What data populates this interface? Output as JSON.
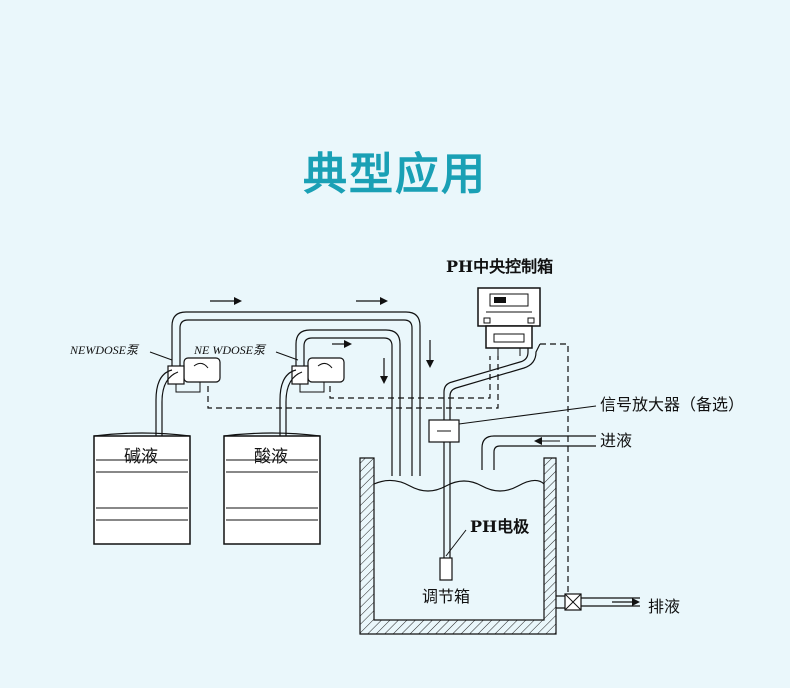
{
  "title": "典型应用",
  "diagram": {
    "control_box_label": "PH中央控制箱",
    "amplifier_label": "信号放大器（备选）",
    "inlet_label": "进液",
    "electrode_label": "PH电极",
    "tank_label": "调节箱",
    "drain_label": "排液",
    "pump_left_label": "NEWDOSE泵",
    "pump_right_label": "NE WDOSE泵",
    "drum_left_label": "碱液",
    "drum_right_label": "酸液"
  }
}
